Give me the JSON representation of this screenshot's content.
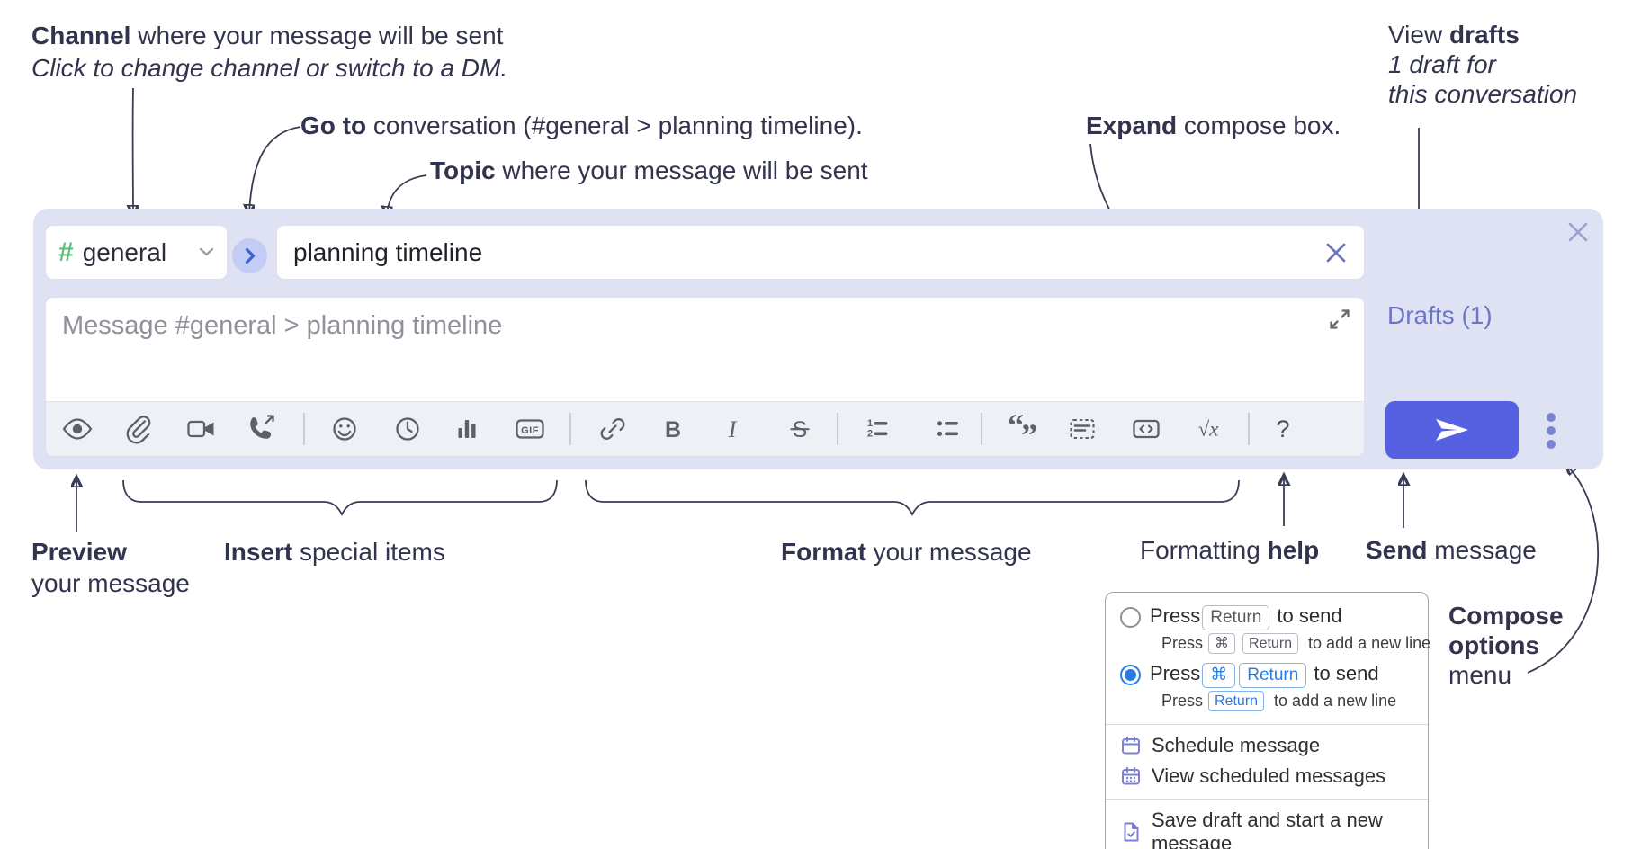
{
  "annotations": {
    "channel": {
      "bold": "Channel",
      "rest": " where your message will be sent",
      "sub": "Click to change channel or switch to a DM."
    },
    "go_to": {
      "bold": "Go to",
      "rest": " conversation (#general > planning timeline)."
    },
    "topic": {
      "bold": "Topic",
      "rest": " where your message will be sent"
    },
    "expand": {
      "bold": "Expand",
      "rest": " compose box."
    },
    "view_drafts": {
      "pre": "View ",
      "bold": "drafts",
      "sub1": "1 draft for",
      "sub2": "this conversation"
    },
    "preview": {
      "bold": "Preview",
      "line2": "your message"
    },
    "insert": {
      "bold": "Insert",
      "rest": " special items"
    },
    "format": {
      "bold": "Format",
      "rest": " your message"
    },
    "formatting_help": {
      "pre": "Formatting ",
      "bold": "help"
    },
    "send": {
      "bold": "Send",
      "rest": " message"
    },
    "compose_options": {
      "bold1": "Compose",
      "bold2": "options",
      "line3": "menu"
    }
  },
  "compose_box": {
    "channel": {
      "hash": "#",
      "name": "general"
    },
    "topic_value": "planning timeline",
    "message_placeholder": "Message #general > planning timeline",
    "drafts_link": "Drafts (1)",
    "toolbar_icons": [
      "preview-eye",
      "attach-file",
      "start-video-call",
      "start-audio-call",
      "emoji",
      "add-global-time",
      "add-poll",
      "add-gif",
      "link",
      "bold",
      "italic",
      "strikethrough",
      "numbered-list",
      "bulleted-list",
      "quote",
      "spoiler",
      "code",
      "math",
      "message-formatting-help"
    ],
    "glyphs": {
      "bold": "B",
      "italic": "I",
      "strike": "S",
      "gif": "GIF",
      "math": "√x",
      "help": "?"
    }
  },
  "options_menu": {
    "enter_sends": {
      "selected": false,
      "press": "Press",
      "key1": "Return",
      "after": "to send",
      "sub_press": "Press",
      "sub_key1": "⌘",
      "sub_key2": "Return",
      "sub_after": "to add a new line"
    },
    "cmd_enter_sends": {
      "selected": true,
      "press": "Press",
      "key1": "⌘",
      "key2": "Return",
      "after": "to send",
      "sub_press": "Press",
      "sub_key1": "Return",
      "sub_after": "to add a new line"
    },
    "items": [
      {
        "icon": "schedule-message-icon",
        "label": "Schedule message"
      },
      {
        "icon": "view-scheduled-icon",
        "label": "View scheduled messages"
      },
      {
        "icon": "save-draft-icon",
        "label": "Save draft and start a new message"
      }
    ]
  },
  "colors": {
    "container_bg": "#dfe2f3",
    "toolbar_bg": "#eef0f5",
    "send_button": "#5661e2",
    "drafts_link": "#6d76c4",
    "channel_hash_green": "#5fbe7d",
    "jump_chevron_blue": "#3565d8",
    "jump_circle_bg": "#c3ccf4",
    "radio_selected_blue": "#2b7ce0",
    "menu_icon_purple": "#7b80d6",
    "annotation_text": "#32344e",
    "toolbar_icon_gray": "#5d6167"
  }
}
